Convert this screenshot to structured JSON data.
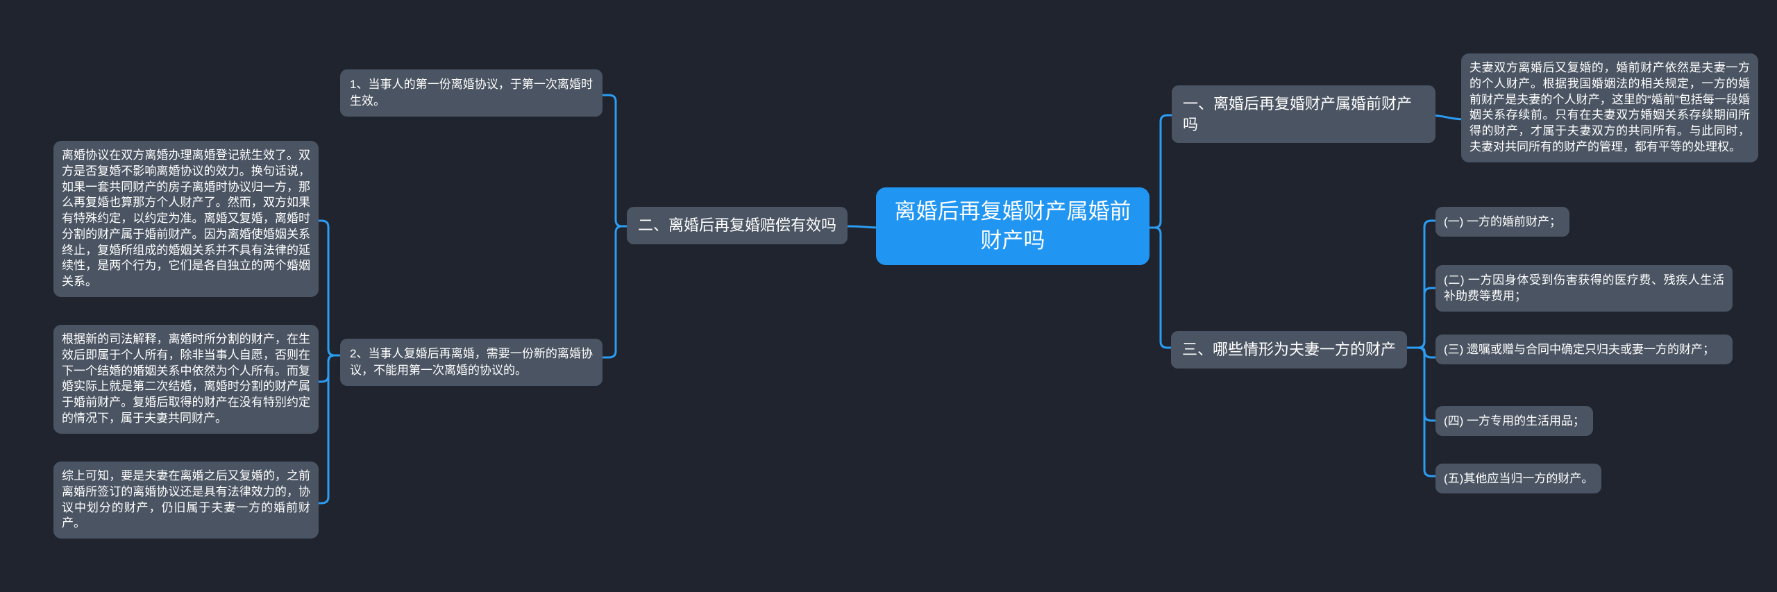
{
  "colors": {
    "background": "#1f242e",
    "node_gray": "#4b5462",
    "central_blue": "#2095f2",
    "connector_blue": "#2b9df3",
    "text": "#ffffff"
  },
  "mindmap": {
    "central": "离婚后再复婚财产属婚前财产吗",
    "left": {
      "section": "二、离婚后再复婚赔偿有效吗",
      "points": [
        "1、当事人的第一份离婚协议，于第一次离婚时生效。",
        "2、当事人复婚后再离婚，需要一份新的离婚协议，不能用第一次离婚的协议的。"
      ],
      "paragraphs": [
        "离婚协议在双方离婚办理离婚登记就生效了。双方是否复婚不影响离婚协议的效力。换句话说，如果一套共同财产的房子离婚时协议归一方，那么再复婚也算那方个人财产了。然而，双方如果有特殊约定，以约定为准。离婚又复婚，离婚时分割的财产属于婚前财产。因为离婚使婚姻关系终止，复婚所组成的婚姻关系并不具有法律的延续性，是两个行为，它们是各自独立的两个婚姻关系。",
        "根据新的司法解释，离婚时所分割的财产，在生效后即属于个人所有，除非当事人自愿，否则在下一个结婚的婚姻关系中依然为个人所有。而复婚实际上就是第二次结婚，离婚时分割的财产属于婚前财产。复婚后取得的财产在没有特别约定的情况下，属于夫妻共同财产。",
        "综上可知，要是夫妻在离婚之后又复婚的，之前离婚所签订的离婚协议还是具有法律效力的，协议中划分的财产，仍旧属于夫妻一方的婚前财产。"
      ]
    },
    "right": {
      "section_one": "一、离婚后再复婚财产属婚前财产吗",
      "section_one_paragraph": "夫妻双方离婚后又复婚的，婚前财产依然是夫妻一方的个人财产。根据我国婚姻法的相关规定，一方的婚前财产是夫妻的个人财产，这里的“婚前”包括每一段婚姻关系存续前。只有在夫妻双方婚姻关系存续期间所得的财产，才属于夫妻双方的共同所有。与此同时，夫妻对共同所有的财产的管理，都有平等的处理权。",
      "section_three": "三、哪些情形为夫妻一方的财产",
      "items": [
        "(一) 一方的婚前财产；",
        "(二) 一方因身体受到伤害获得的医疗费、残疾人生活补助费等费用；",
        "(三) 遗嘱或赠与合同中确定只归夫或妻一方的财产；",
        "(四) 一方专用的生活用品；",
        "(五)其他应当归一方的财产。"
      ]
    }
  }
}
